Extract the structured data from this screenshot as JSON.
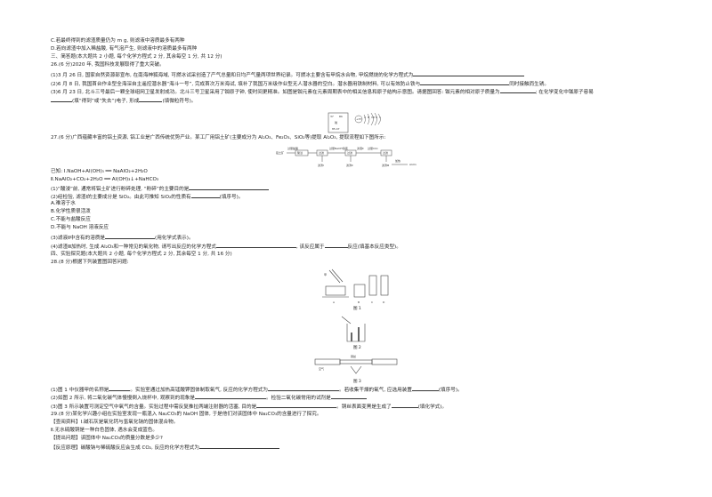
{
  "lines": [
    "C.若最终得到的滤渣质量仍为 m g, 则滤液中溶质最多有两种",
    "D.若向滤渣中加入稀盐酸, 有气泡产生, 则滤液中的溶质最多有两种",
    "三、简答题(本大题共 2 小题, 每个化学方程式 2 分, 其余每空 1 分, 共 12 分)",
    "26.(6 分)2020 年, 我国科技发展取得了重大突破。",
    "(1)3 月 26 日, 国家自然资源部宣布, 在南海神狐海域, 可燃冰试采创造了产气总量和日均产气量两项世界纪录。可燃冰主要含有甲烷水合物, 甲烷燃烧的化学方程式为",
    "(2)6 月 8 日, 我国首台作业型全海深自主遥控潜水器“海斗一号”, 完成首次万米海试, 填补了我国万米级作业型无人潜水器的空白。潜水器用铁制材料, 可以有效防止铁与",
    "同时接触而生锈。",
    "(3)6 月 23 日, 北斗三号最后一颗全球组网卫星发射成功。北斗三号卫星采用了铷原子钟, 使时间更精准。如图是铷元素在元素周期表中的相关信息和原子结构示意图。请据图回答: 铷元素的相对原子质量为",
    "; 在化学变化中铷原子容易",
    "(填“得到”或“失去”)电子, 形成",
    "(填微粒符号)。",
    "27.(6 分)广西蕴藏丰富的铝土资源, 铝工业是广西传统优势产业。某工厂用铝土矿(主要成分为 Al₂O₃、Fe₂O₃、SiO₂等)提取 Al₂O₃, 提取流程如下图所示:",
    "已知: Ⅰ.NaOH+Al(OH)₃ ══ NaAlO₂+2H₂O",
    "Ⅱ.NaAlO₂+CO₂+2H₂O ══ Al(OH)₃↓+NaHCO₃",
    "(1)“酸浸”前, 通常将铝土矿进行粉碎处理, “粉碎”的主要目的是",
    "(2)经检验, 滤渣Ⅰ的主要成分是 SiO₂。由此可推知 SiO₂的性质有",
    "(填序号)。",
    "A.难溶于水",
    "B.化学性质很活泼",
    "C.不能与盐酸反应",
    "D.不能与 NaOH 溶液反应",
    "(3)滤液Ⅱ中含有的溶质是",
    "(用化学式表示)。",
    "(4)滤渣Ⅲ加热时, 生成 Al₂O₃和一种常见的氧化物, 请写出反应的化学方程式",
    ", 该反应属于",
    "反应(填基本反应类型)。",
    "四、实验探究题(本大题共 2 小题, 每个化学方程式 2 分, 其余每空 1 分, 共 16 分)",
    "28.(8 分)根据下列装置图回答问题:",
    "(1)图 1 中仪器甲的名称是",
    "。实验室通过加热高锰酸钾固体制取氧气, 反应的化学方程式为",
    "。若收集干燥的氧气, 应选用装置",
    "(填序号)。",
    "(2)如图 2 所示, 将二氧化碳气体慢慢倒入烧杯中, 观察到的现象是",
    "。检验二氧化碳常用的试剂是",
    "(3)图 3 所示装置可测定空气中氧气的含量。实验过程中需反复推拉两端注射器的活塞, 目的是",
    "。铜丝表面变黑是生成了",
    "(填化学式)。",
    "29.(8 分)某化学兴趣小组在实验室发现一瓶混入 Na₂CO₃的 NaOH 固体, 于是他们对该固体中 Na₂CO₃的含量进行了探究。",
    "【查阅资料】Ⅰ.碱石灰是氧化钙与氢氧化钠的固体混合物。",
    "Ⅱ.无水硫酸铜是一种白色固体, 遇水会变成蓝色。",
    "【提出问题】该固体中 Na₂CO₃的质量分数是多少?",
    "【反应原理】碳酸钠与稀硫酸反应会生成 CO₂, 反应的化学方程式为"
  ],
  "element_card": {
    "number": "37",
    "symbol": "Rb",
    "name": "铷",
    "mass": "85.47"
  },
  "atom_diagram": {
    "nucleus": "+37",
    "shells": [
      "2",
      "8",
      "18",
      "8",
      "1"
    ]
  },
  "flow": {
    "ore": "铝土矿",
    "acid_leach": "酸浸",
    "step_add1": "过量NaOH溶液",
    "step_add2": "过量CO₂",
    "filter": "过滤",
    "filtrate2": "滤液Ⅱ",
    "residue1": "滤渣Ⅰ",
    "residue2": "滤渣Ⅱ",
    "residue3": "滤渣Ⅲ",
    "heat": "加热",
    "product": "Al₂O₃",
    "excess_acid": "过量盐酸"
  },
  "figure_labels": {
    "fig1": "图 1",
    "fig2": "图 2",
    "fig3": "图 3",
    "fig1_parts": [
      "甲",
      "A",
      "B",
      "C",
      "D"
    ],
    "fig3_parts": [
      "铜丝",
      "空气"
    ]
  }
}
